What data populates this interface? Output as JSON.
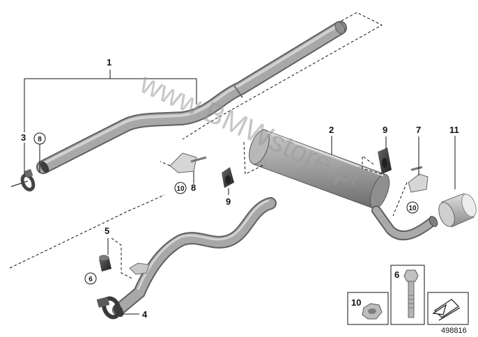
{
  "callouts": {
    "c1": "1",
    "c2": "2",
    "c3": "3",
    "c4": "4",
    "c5": "5",
    "c6_circle": "6",
    "c7": "7",
    "c8": "8",
    "c8_circle": "8",
    "c9_top": "9",
    "c9_bottom": "9",
    "c10_circle_left": "10",
    "c10_circle_right": "10",
    "c11": "11"
  },
  "watermark": "www.BMWstore.pl",
  "legend_boxes": {
    "nut_number": "10",
    "bolt_number": "6"
  },
  "reference_number": "498816",
  "colors": {
    "pipe": "#a3a3a3",
    "pipe_dark": "#6f6f6f",
    "pipe_light": "#d4d4d4",
    "rubber": "#3a3a3a",
    "line": "#111111"
  },
  "icons": {
    "legend_arrow": "arrow-icon"
  }
}
